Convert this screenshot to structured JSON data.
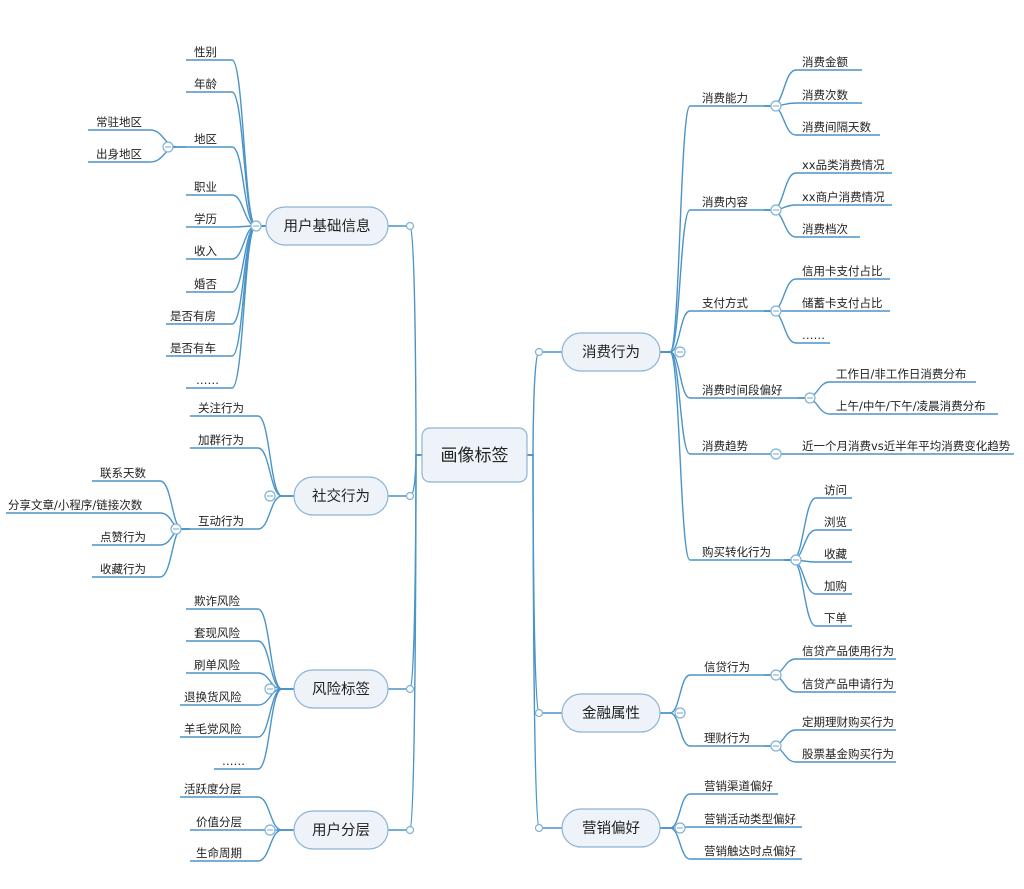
{
  "center": {
    "label": "画像标签"
  },
  "branches": {
    "basic": {
      "label": "用户基础信息",
      "items": [
        "性别",
        "年龄",
        "地区",
        "职业",
        "学历",
        "收入",
        "婚否",
        "是否有房",
        "是否有车",
        "……"
      ],
      "region_sub": [
        "常驻地区",
        "出身地区"
      ]
    },
    "social": {
      "label": "社交行为",
      "items": [
        "关注行为",
        "加群行为",
        "互动行为"
      ],
      "interact_sub": [
        "联系天数",
        "分享文章/小程序/链接次数",
        "点赞行为",
        "收藏行为"
      ]
    },
    "risk": {
      "label": "风险标签",
      "items": [
        "欺诈风险",
        "套现风险",
        "刷单风险",
        "退换货风险",
        "羊毛党风险",
        "……"
      ]
    },
    "tier": {
      "label": "用户分层",
      "items": [
        "活跃度分层",
        "价值分层",
        "生命周期"
      ]
    },
    "consume": {
      "label": "消费行为",
      "ability": {
        "label": "消费能力",
        "items": [
          "消费金额",
          "消费次数",
          "消费间隔天数"
        ]
      },
      "content": {
        "label": "消费内容",
        "items": [
          "xx品类消费情况",
          "xx商户消费情况",
          "消费档次"
        ]
      },
      "payment": {
        "label": "支付方式",
        "items": [
          "信用卡支付占比",
          "储蓄卡支付占比",
          "……"
        ]
      },
      "time": {
        "label": "消费时间段偏好",
        "items": [
          "工作日/非工作日消费分布",
          "上午/中午/下午/凌晨消费分布"
        ]
      },
      "trend": {
        "label": "消费趋势",
        "items": [
          "近一个月消费vs近半年平均消费变化趋势"
        ]
      },
      "conversion": {
        "label": "购买转化行为",
        "items": [
          "访问",
          "浏览",
          "收藏",
          "加购",
          "下单"
        ]
      }
    },
    "finance": {
      "label": "金融属性",
      "credit": {
        "label": "信贷行为",
        "items": [
          "信贷产品使用行为",
          "信贷产品申请行为"
        ]
      },
      "wealth": {
        "label": "理财行为",
        "items": [
          "定期理财购买行为",
          "股票基金购买行为"
        ]
      }
    },
    "marketing": {
      "label": "营销偏好",
      "items": [
        "营销渠道偏好",
        "营销活动类型偏好",
        "营销触达时点偏好"
      ]
    }
  }
}
